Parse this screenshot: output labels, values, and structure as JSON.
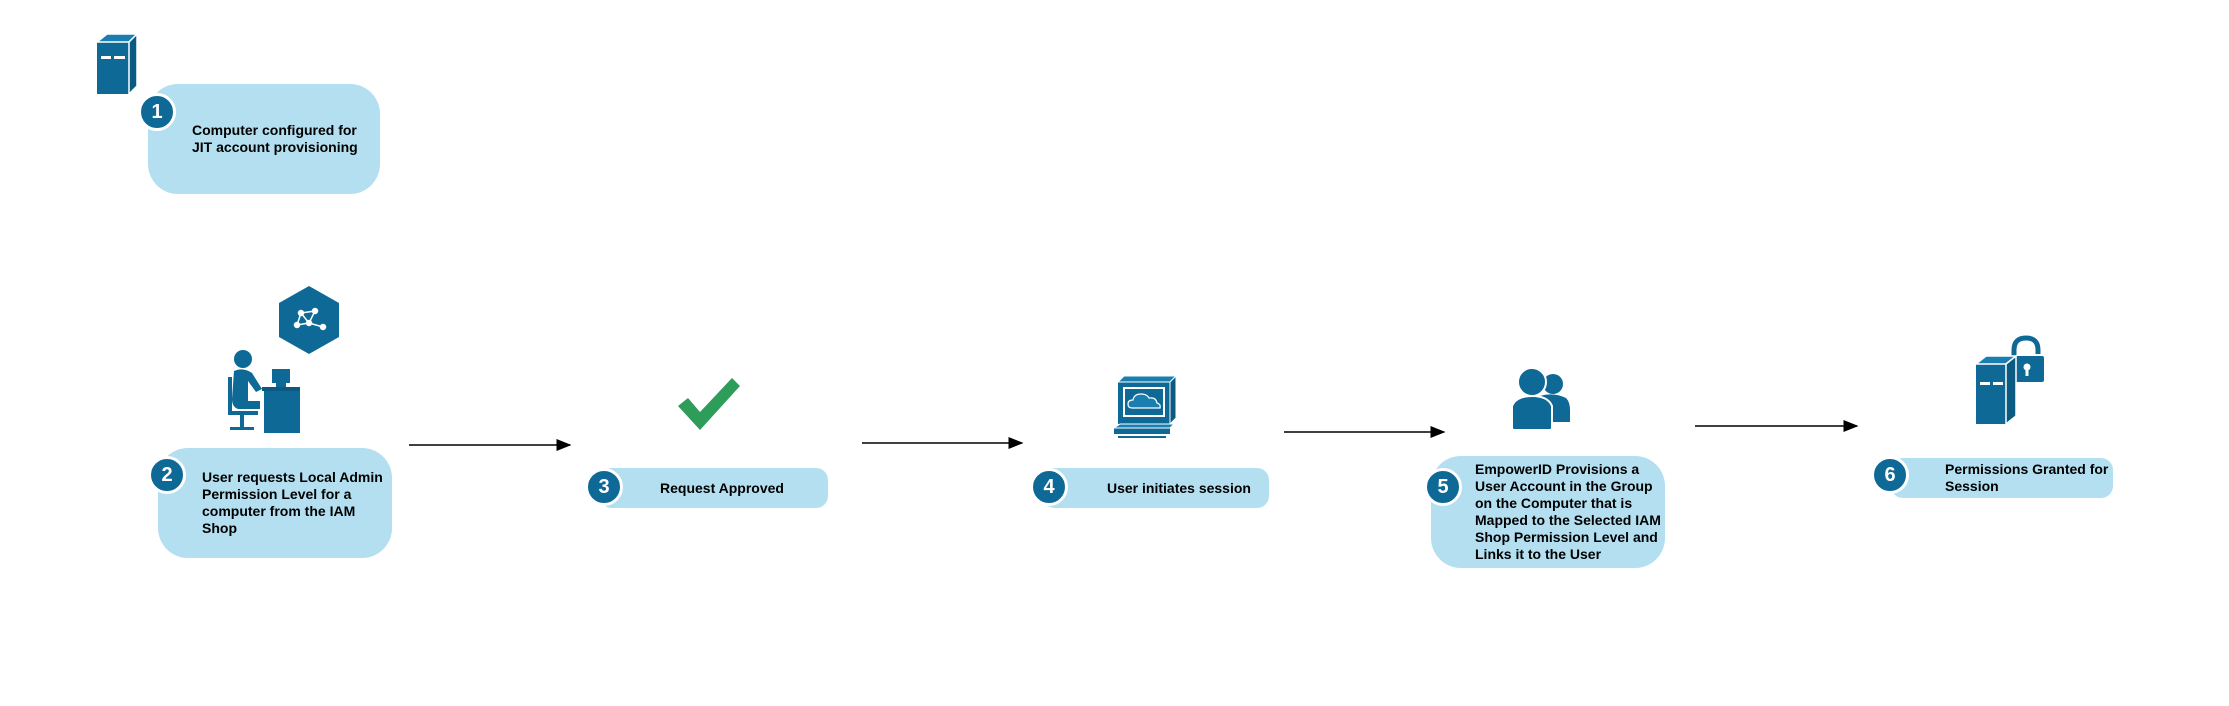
{
  "colors": {
    "box_fill": "#b3dff0",
    "badge_fill": "#0e6996",
    "icon_fill": "#0e6996",
    "check_fill": "#2e9d5a",
    "arrow": "#000000"
  },
  "steps": [
    {
      "number": "1",
      "text": "Computer configured for JIT account provisioning",
      "icon": "server-icon"
    },
    {
      "number": "2",
      "text": "User requests Local Admin Permission Level for a computer from the IAM Shop",
      "icon": "user-at-desk-icon"
    },
    {
      "number": "3",
      "text": "Request Approved",
      "icon": "checkmark-icon"
    },
    {
      "number": "4",
      "text": "User initiates session",
      "icon": "computer-cloud-icon"
    },
    {
      "number": "5",
      "text": "EmpowerID Provisions a User Account in the Group on the Computer that is Mapped to the Selected IAM Shop Permission Level and Links it to the User",
      "icon": "users-group-icon"
    },
    {
      "number": "6",
      "text": "Permissions Granted for Session",
      "icon": "server-unlocked-icon"
    }
  ],
  "extra_icons": [
    "network-hexagon-icon"
  ]
}
